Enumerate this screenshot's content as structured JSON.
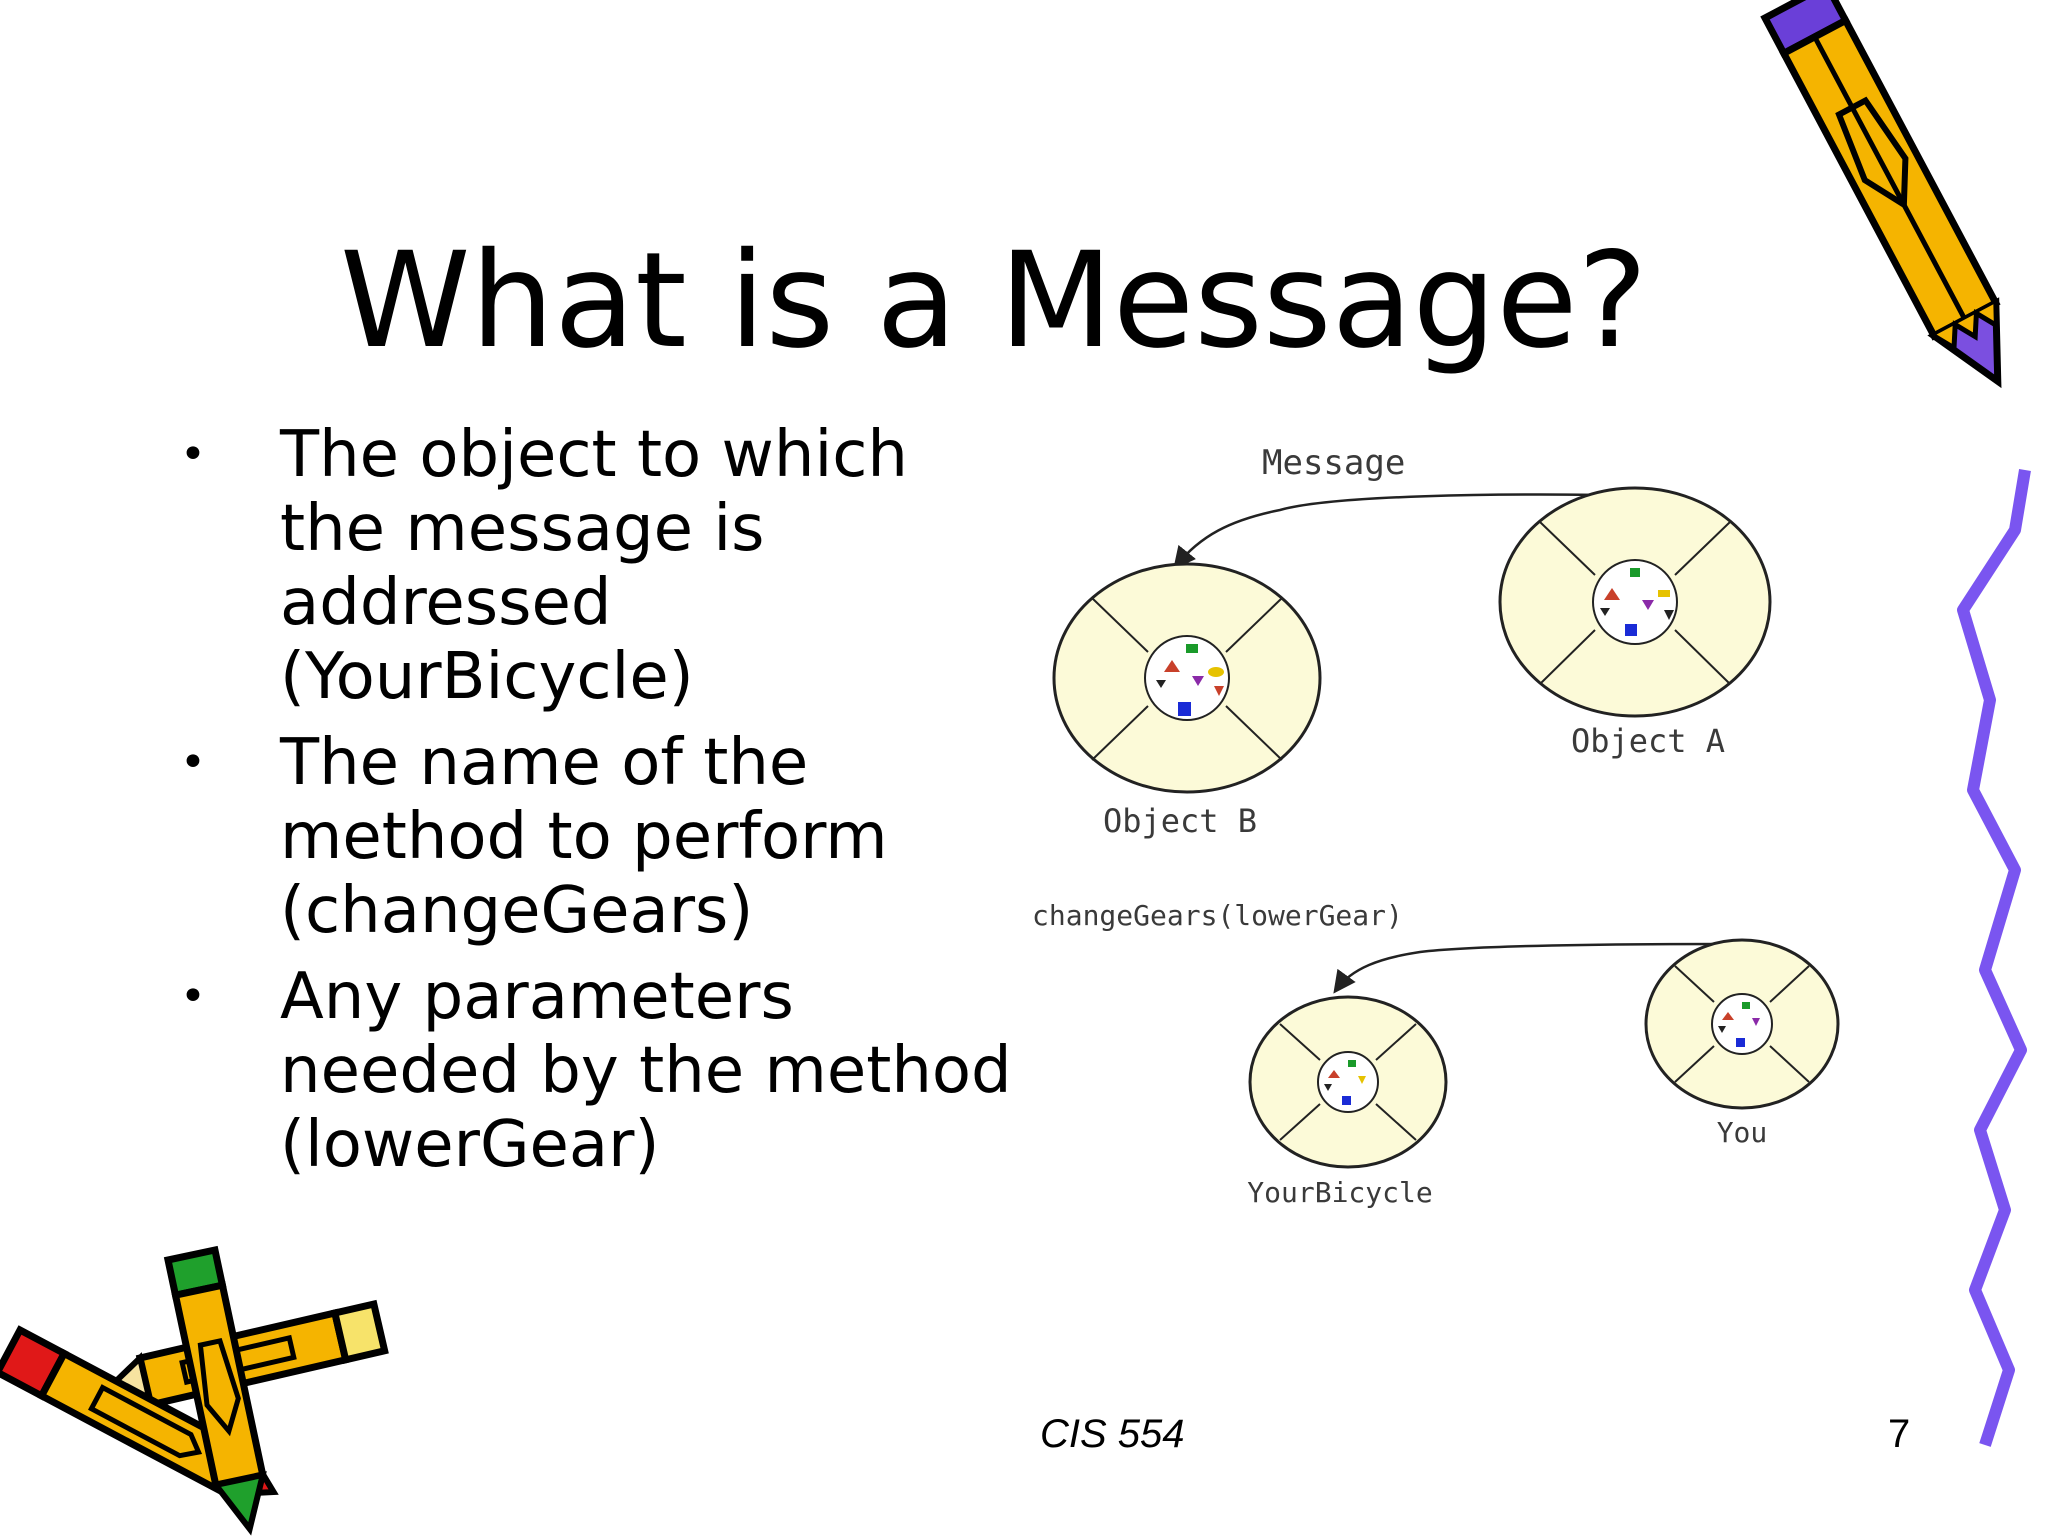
{
  "slide": {
    "title": "What is a Message?",
    "bullets": [
      {
        "text": "The object to which the message is addressed (YourBicycle)"
      },
      {
        "text": "The name of the method to perform (changeGears)"
      },
      {
        "text": "Any parameters needed by the method (lowerGear)"
      }
    ],
    "diagram": {
      "top_label": "Message",
      "object_a_label": "Object A",
      "object_b_label": "Object B",
      "bottom_label": "changeGears(lowerGear)",
      "you_label": "You",
      "bicycle_label": "YourBicycle"
    },
    "footer": "CIS 554",
    "page_number": "7"
  },
  "colors": {
    "circle_fill": "#fcfad8",
    "pencil_yellow": "#f5b400",
    "pencil_purple": "#7b4fe0",
    "squiggle": "#7a55f0",
    "eraser_red": "#e01818",
    "eraser_green": "#1fa02c"
  }
}
